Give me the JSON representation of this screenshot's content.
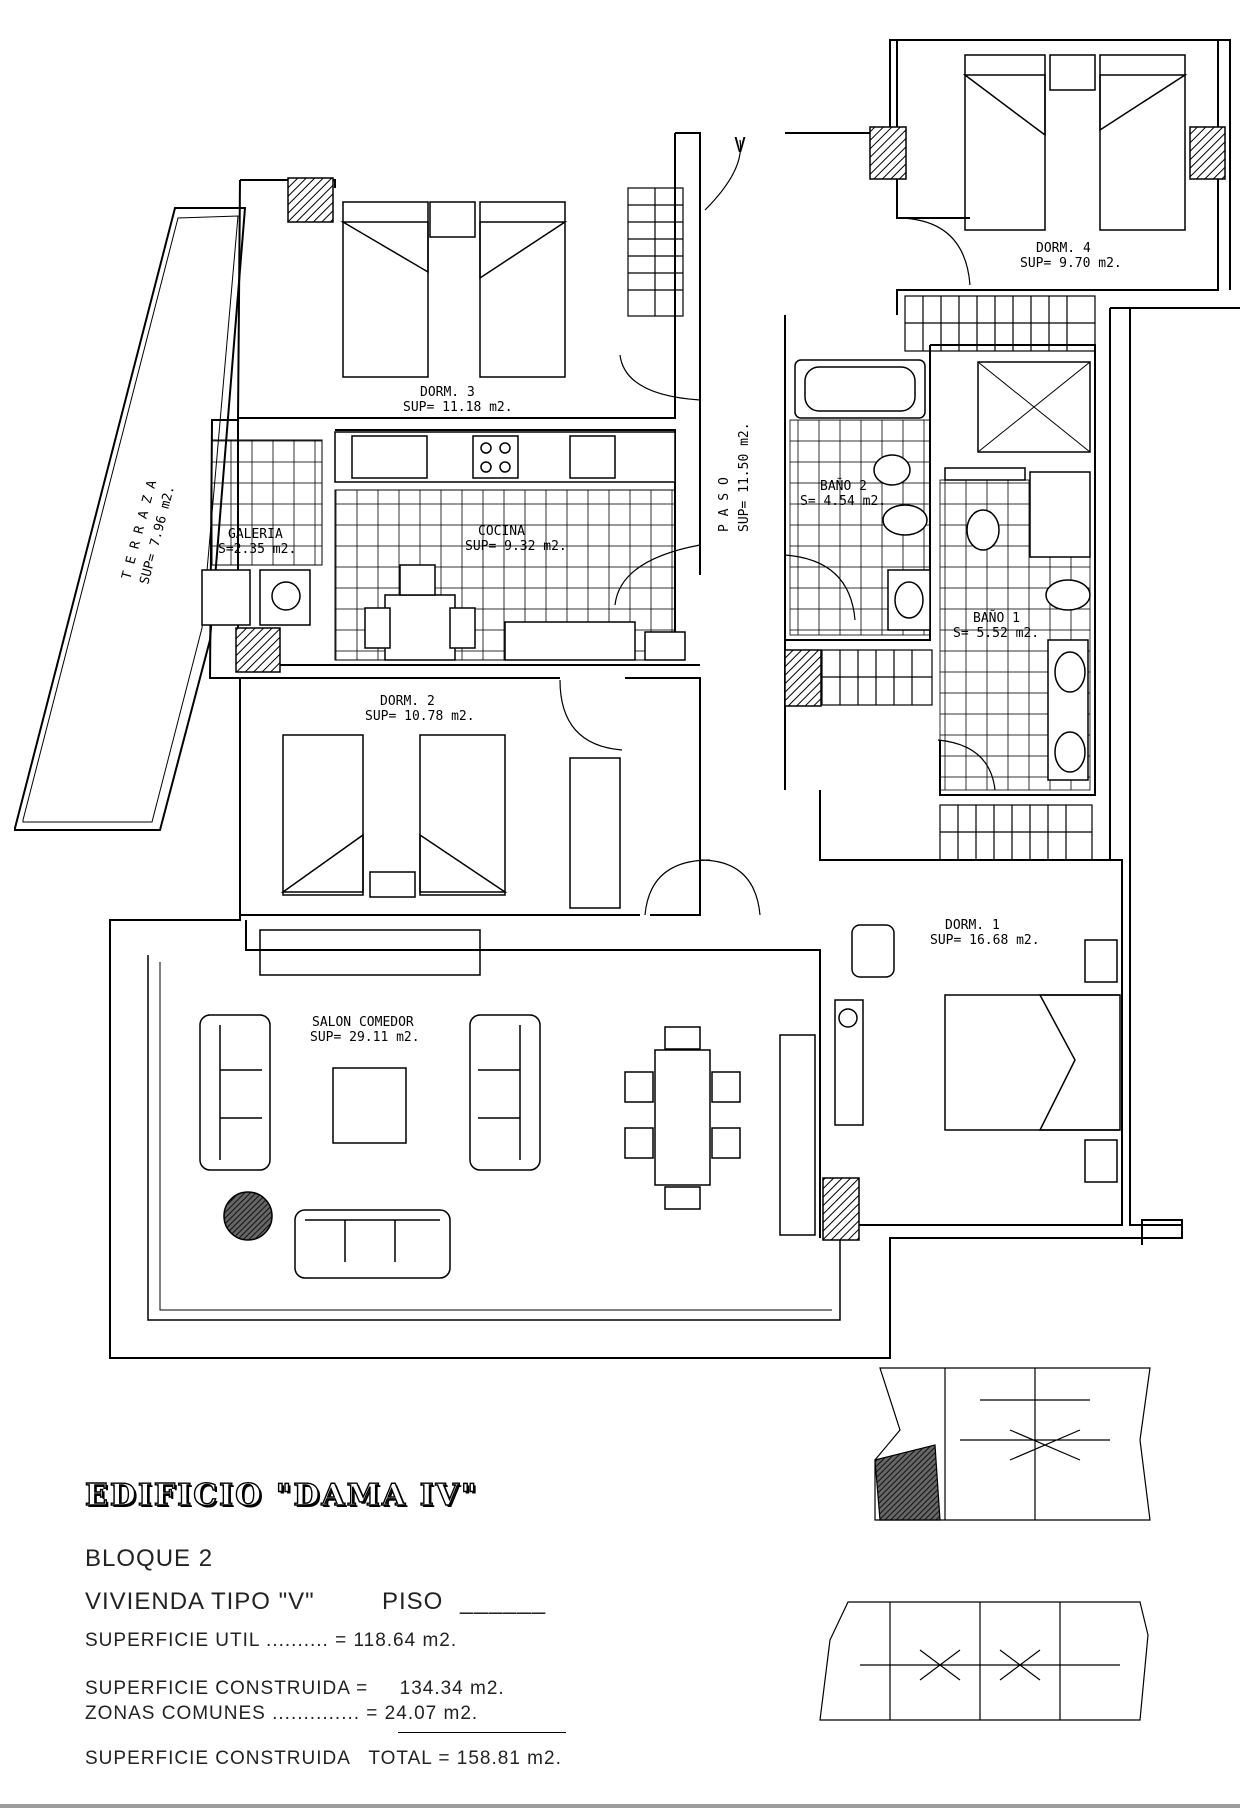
{
  "building": {
    "title": "EDIFICIO \"DAMA IV\"",
    "block": "BLOQUE 2",
    "dwelling": "VIVIENDA TIPO \"V\"",
    "floor_label": "PISO",
    "floor_blank": "______",
    "useful_area": "SUPERFICIE UTIL .......... = 118.64 m2.",
    "built_area": "SUPERFICIE CONSTRUIDA =     134.34 m2.",
    "common_areas": "ZONAS COMUNES .............. = 24.07 m2.",
    "total_area": "SUPERFICIE CONSTRUIDA   TOTAL = 158.81 m2."
  },
  "rooms": {
    "dorm3": {
      "name": "DORM. 3",
      "area": "SUP= 11.18 m2."
    },
    "dorm4": {
      "name": "DORM. 4",
      "area": "SUP= 9.70 m2."
    },
    "galeria": {
      "name": "GALERIA",
      "area": "S=2.35 m2."
    },
    "cocina": {
      "name": "COCINA",
      "area": "SUP= 9.32 m2."
    },
    "terraza": {
      "name": "T E R R A Z A",
      "area": "SUP= 7.96 m2."
    },
    "paso": {
      "name": "P A S O",
      "area": "SUP= 11.50 m2."
    },
    "bano2": {
      "name": "BAÑO 2",
      "area": "S= 4.54 m2."
    },
    "bano1": {
      "name": "BAÑO 1",
      "area": "S= 5.52 m2."
    },
    "dorm2": {
      "name": "DORM. 2",
      "area": "SUP= 10.78 m2."
    },
    "dorm1": {
      "name": "DORM. 1",
      "area": "SUP= 16.68 m2."
    },
    "salon": {
      "name": "SALON COMEDOR",
      "area": "SUP= 29.11 m2."
    }
  },
  "entry_mark": "V"
}
